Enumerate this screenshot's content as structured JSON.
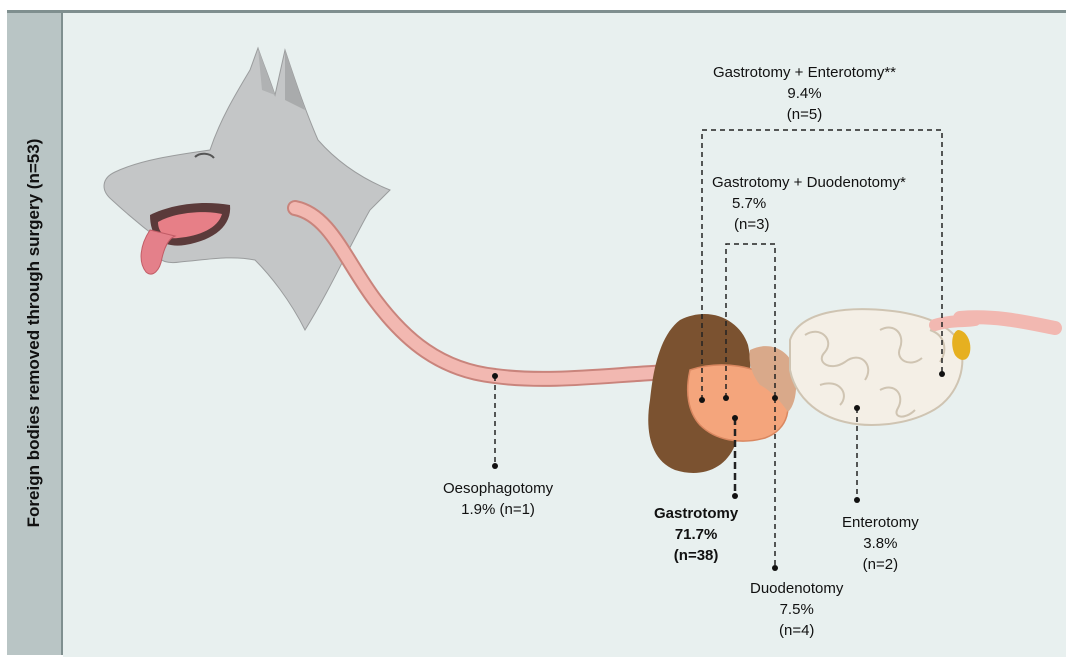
{
  "sidebar": {
    "title": "Foreign bodies removed through surgery (n=53)"
  },
  "labels": {
    "gastro_entero": {
      "title": "Gastrotomy + Enterotomy**",
      "pct": "9.4%",
      "n": "(n=5)"
    },
    "gastro_duodeno": {
      "title": "Gastrotomy + Duodenotomy*",
      "pct": "5.7%",
      "n": "(n=3)"
    },
    "oesophagotomy": {
      "title": "Oesophagotomy",
      "pct_n": "1.9% (n=1)"
    },
    "gastrotomy": {
      "title": "Gastrotomy",
      "pct": "71.7%",
      "n": "(n=38)"
    },
    "duodenotomy": {
      "title": "Duodenotomy",
      "pct": "7.5%",
      "n": "(n=4)"
    },
    "enterotomy": {
      "title": "Enterotomy",
      "pct": "3.8%",
      "n": "(n=2)"
    }
  },
  "colors": {
    "sidebar": "#b9c5c5",
    "background": "#e8f0ef",
    "dog": "#c4c6c7",
    "oesophagus": "#f2b8b1",
    "stomach": "#f4a57c",
    "spleen": "#7b5230",
    "intestine": "#f4efe6"
  }
}
